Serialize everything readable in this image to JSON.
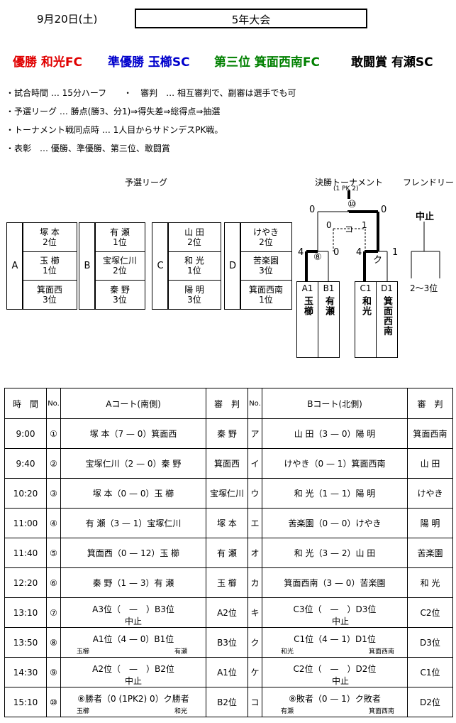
{
  "header": {
    "date": "9月20日(土)",
    "title": "5年大会"
  },
  "awards": [
    {
      "text": "優勝  和光FC",
      "color": "#e00000"
    },
    {
      "text": "準優勝 玉櫛SC",
      "color": "#0000cc"
    },
    {
      "text": "第三位  箕面西南FC",
      "color": "#008000"
    },
    {
      "text": "敢闘賞  有瀬SC",
      "color": "#000000"
    }
  ],
  "notes": [
    "・試合時間 … 15分ハーフ　　・　審判　… 相互審判で、副審は選手でも可",
    "・予選リーグ … 勝点(勝3、分1)⇒得失差⇒総得点⇒抽選",
    "・トーナメント戦同点時 … 1人目からサドンデスPK戦。",
    "・表彰　… 優勝、準優勝、第三位、敢闘賞"
  ],
  "labels": {
    "league": "予選リーグ",
    "tournament": "決勝トーナメント",
    "friendly": "フレンドリー"
  },
  "groups": [
    {
      "id": "A",
      "teams": [
        {
          "name": "塚 本",
          "rank": "2位"
        },
        {
          "name": "玉 櫛",
          "rank": "1位"
        },
        {
          "name": "箕面西",
          "rank": "3位"
        }
      ]
    },
    {
      "id": "B",
      "teams": [
        {
          "name": "有 瀬",
          "rank": "1位"
        },
        {
          "name": "宝塚仁川",
          "rank": "2位"
        },
        {
          "name": "秦 野",
          "rank": "3位"
        }
      ]
    },
    {
      "id": "C",
      "teams": [
        {
          "name": "山 田",
          "rank": "2位"
        },
        {
          "name": "和 光",
          "rank": "1位"
        },
        {
          "name": "陽 明",
          "rank": "3位"
        }
      ]
    },
    {
      "id": "D",
      "teams": [
        {
          "name": "けやき",
          "rank": "2位"
        },
        {
          "name": "苦楽園",
          "rank": "3位"
        },
        {
          "name": "箕面西南",
          "rank": "1位"
        }
      ]
    }
  ],
  "bracket": {
    "final_label": "⑩",
    "final_pk": "(1 PK 2)",
    "final_left_score": "0",
    "final_right_score": "0",
    "third_label": "コ",
    "third_left_score": "0",
    "third_right_score": "1",
    "semi1_label": "⑧",
    "semi1_left_score": "4",
    "semi1_right_score": "0",
    "semi2_label": "ク",
    "semi2_left_score": "4",
    "semi2_right_score": "1",
    "slots": [
      {
        "code": "A1",
        "team": "玉櫛"
      },
      {
        "code": "B1",
        "team": "有瀬"
      },
      {
        "code": "C1",
        "team": "和光"
      },
      {
        "code": "D1",
        "team": "箕面西南"
      }
    ]
  },
  "friendly": {
    "status": "中止",
    "slot": "2〜3位"
  },
  "schedule": {
    "headers": {
      "time": "時　間",
      "no": "No.",
      "court_a": "Aコート(南側)",
      "ref": "審　判",
      "court_b": "Bコート(北側)"
    },
    "rows": [
      {
        "time": "9:00",
        "a_no": "①",
        "a_match": "塚 本（7 — 0）箕面西",
        "a_ref": "秦 野",
        "b_no": "ア",
        "b_match": "山 田（3 — 0）陽 明",
        "b_ref": "箕面西南"
      },
      {
        "time": "9:40",
        "a_no": "②",
        "a_match": "宝塚仁川（2 — 0）秦 野",
        "a_ref": "箕面西",
        "b_no": "イ",
        "b_match": "けやき（0 — 1）箕面西南",
        "b_ref": "山 田"
      },
      {
        "time": "10:20",
        "a_no": "③",
        "a_match": "塚 本（0 — 0）玉 櫛",
        "a_ref": "宝塚仁川",
        "b_no": "ウ",
        "b_match": "和 光（1 — 1）陽 明",
        "b_ref": "けやき"
      },
      {
        "time": "11:00",
        "a_no": "④",
        "a_match": "有 瀬（3 — 1）宝塚仁川",
        "a_ref": "塚 本",
        "b_no": "エ",
        "b_match": "苦楽園（0 — 0）けやき",
        "b_ref": "陽 明"
      },
      {
        "time": "11:40",
        "a_no": "⑤",
        "a_match": "箕面西（0 — 12）玉 櫛",
        "a_ref": "有 瀬",
        "b_no": "オ",
        "b_match": "和 光（3 — 2）山 田",
        "b_ref": "苦楽園"
      },
      {
        "time": "12:20",
        "a_no": "⑥",
        "a_match": "秦 野（1 — 3）有 瀬",
        "a_ref": "玉 櫛",
        "b_no": "カ",
        "b_match": "箕面西南（3 — 0）苦楽園",
        "b_ref": "和 光"
      },
      {
        "time": "13:10",
        "a_no": "⑦",
        "a_match": "A3位（　—　）B3位",
        "a_note": "中止",
        "a_ref": "A2位",
        "b_no": "キ",
        "b_match": "C3位（　—　）D3位",
        "b_note": "中止",
        "b_ref": "C2位"
      },
      {
        "time": "13:50",
        "a_no": "⑧",
        "a_match": "A1位（4 — 0）B1位",
        "a_sub_l": "玉櫛",
        "a_sub_r": "有瀬",
        "a_ref": "B3位",
        "b_no": "ク",
        "b_match": "C1位（4 — 1）D1位",
        "b_sub_l": "和光",
        "b_sub_r": "箕面西南",
        "b_ref": "D3位"
      },
      {
        "time": "14:30",
        "a_no": "⑨",
        "a_match": "A2位（　—　）B2位",
        "a_note": "中止",
        "a_ref": "A1位",
        "b_no": "ケ",
        "b_match": "C2位（　—　）D2位",
        "b_note": "中止",
        "b_ref": "C1位"
      },
      {
        "time": "15:10",
        "a_no": "⑩",
        "a_match": "⑧勝者（0 (1PK2) 0）ク勝者",
        "a_sub_l": "玉櫛",
        "a_sub_r": "和光",
        "a_ref": "B2位",
        "b_no": "コ",
        "b_match": "⑧敗者（0 — 1）ク敗者",
        "b_sub_l": "有瀬",
        "b_sub_r": "箕面西南",
        "b_ref": "D2位"
      }
    ]
  }
}
